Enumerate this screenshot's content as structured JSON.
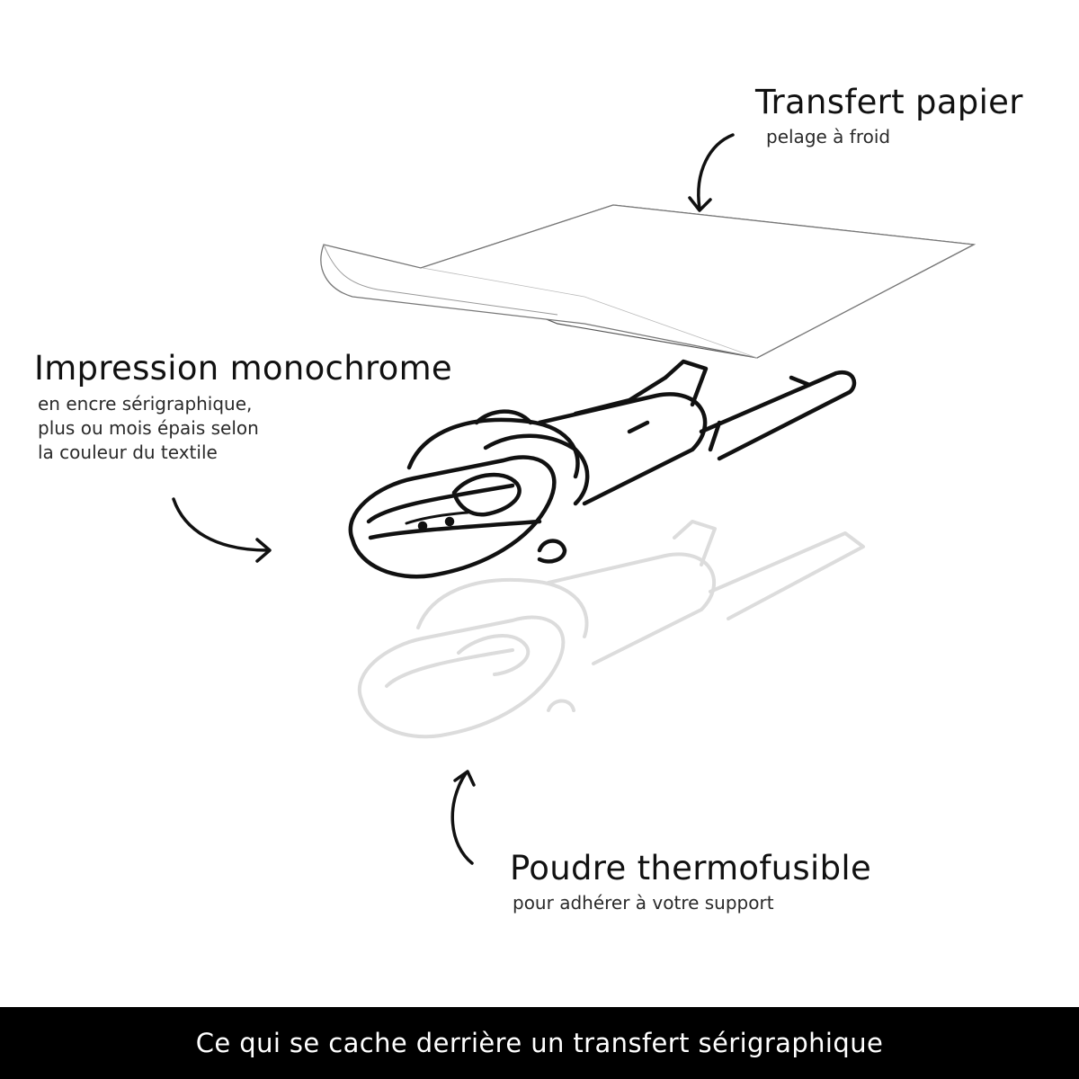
{
  "labels": {
    "transfert": {
      "title": "Transfert papier",
      "subtitle": "pelage à froid"
    },
    "impression": {
      "title": "Impression monochrome",
      "subtitle_lines": [
        "en encre sérigraphique,",
        "plus ou mois épais selon",
        "la couleur du textile"
      ]
    },
    "poudre": {
      "title": "Poudre thermofusible",
      "subtitle": "pour adhérer à votre support"
    }
  },
  "footer": {
    "text": "Ce qui se cache derrière un transfert sérigraphique",
    "background": "#000000",
    "color": "#ffffff"
  },
  "colors": {
    "ink": "#111111",
    "paper_edge": "#7a7a7a",
    "powder_stroke": "#e2e2e2"
  },
  "icons": [
    "arrow-curved-icon",
    "paper-sheet-icon",
    "character-illustration-icon"
  ]
}
